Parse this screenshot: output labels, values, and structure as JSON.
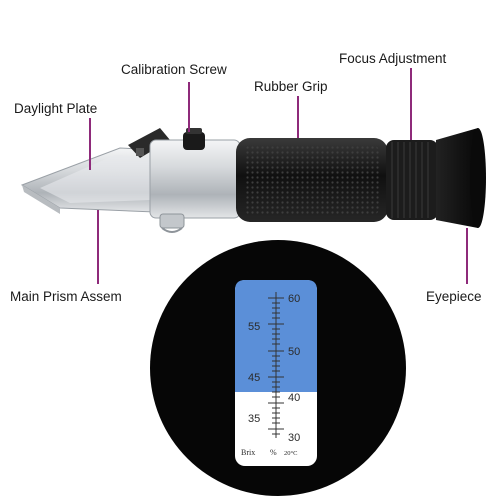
{
  "callouts": {
    "calibration_screw": "Calibration Screw",
    "focus_adjustment": "Focus Adjustment",
    "daylight_plate": "Daylight Plate",
    "rubber_grip": "Rubber Grip",
    "main_prism": "Main Prism Assem",
    "eyepiece": "Eyepiece"
  },
  "scale": {
    "right_numbers": [
      "60",
      "50",
      "40",
      "30"
    ],
    "left_numbers": [
      "55",
      "45",
      "35"
    ],
    "unit_left": "Brix",
    "unit_mid": "%",
    "unit_temp": "20°C",
    "boundary_value": 42
  },
  "colors": {
    "leader": "#8e2a7a",
    "blue_field": "#5b8fd8",
    "body_silver": "#c9cdd1",
    "grip": "#1b1b1b"
  }
}
